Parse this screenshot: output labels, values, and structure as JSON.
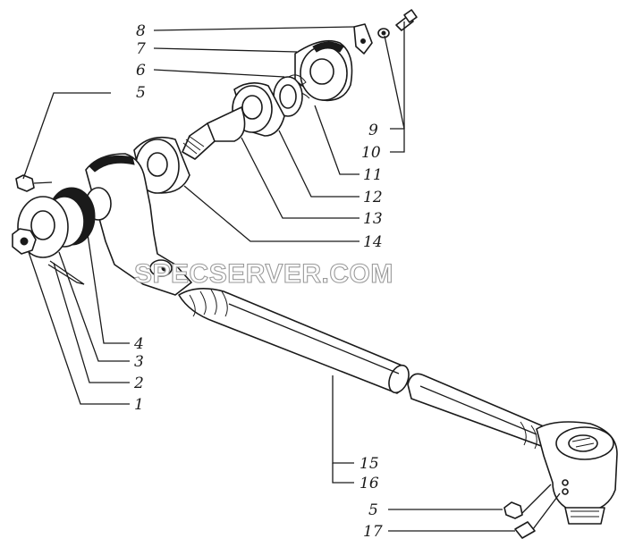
{
  "watermark": "SPECSERVER.COM",
  "callouts": [
    {
      "id": "c8",
      "text": "8"
    },
    {
      "id": "c7",
      "text": "7"
    },
    {
      "id": "c6",
      "text": "6"
    },
    {
      "id": "c5a",
      "text": "5"
    },
    {
      "id": "c9",
      "text": "9"
    },
    {
      "id": "c10",
      "text": "10"
    },
    {
      "id": "c11",
      "text": "11"
    },
    {
      "id": "c12",
      "text": "12"
    },
    {
      "id": "c13",
      "text": "13"
    },
    {
      "id": "c14",
      "text": "14"
    },
    {
      "id": "c4",
      "text": "4"
    },
    {
      "id": "c3",
      "text": "3"
    },
    {
      "id": "c2",
      "text": "2"
    },
    {
      "id": "c1",
      "text": "1"
    },
    {
      "id": "c15",
      "text": "15"
    },
    {
      "id": "c16",
      "text": "16"
    },
    {
      "id": "c5b",
      "text": "5"
    },
    {
      "id": "c17",
      "text": "17"
    }
  ]
}
